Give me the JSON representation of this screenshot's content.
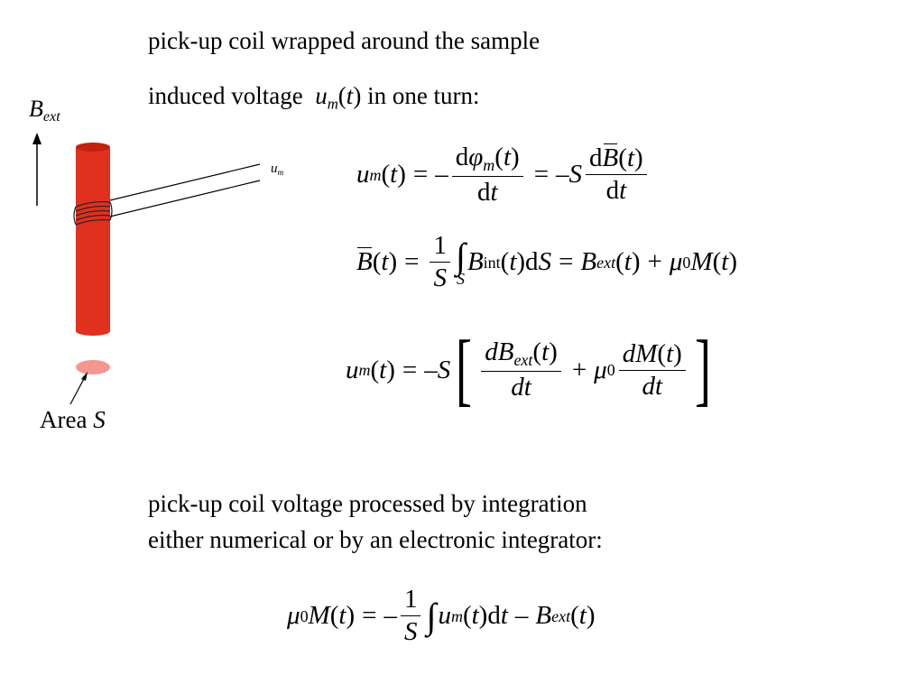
{
  "text": {
    "line1": "pick-up coil wrapped around the sample",
    "line2_prefix": "induced voltage",
    "line2_suffix": " in one turn:",
    "line3": "pick-up coil voltage processed by integration",
    "line4": "either numerical or by an electronic integrator:"
  },
  "diagram": {
    "field_label": "B",
    "field_sub": "ext",
    "coil_label": "u",
    "coil_sub": "m",
    "area_label": "Area ",
    "area_symbol": "S",
    "rod_color": "#e0301e",
    "area_color": "#f4978e"
  },
  "equations": [
    "u_m(t) = − dφ_m(t)/dt = −S d B̄(t)/dt",
    "B̄(t) = (1/S) ∫_S B_int(t) dS = B_ext(t) + μ0 M(t)",
    "u_m(t) = −S [ dB_ext(t)/dt + μ0 dM(t)/dt ]",
    "μ0 M(t) = −(1/S) ∫ u_m(t) dt − B_ext(t)"
  ]
}
